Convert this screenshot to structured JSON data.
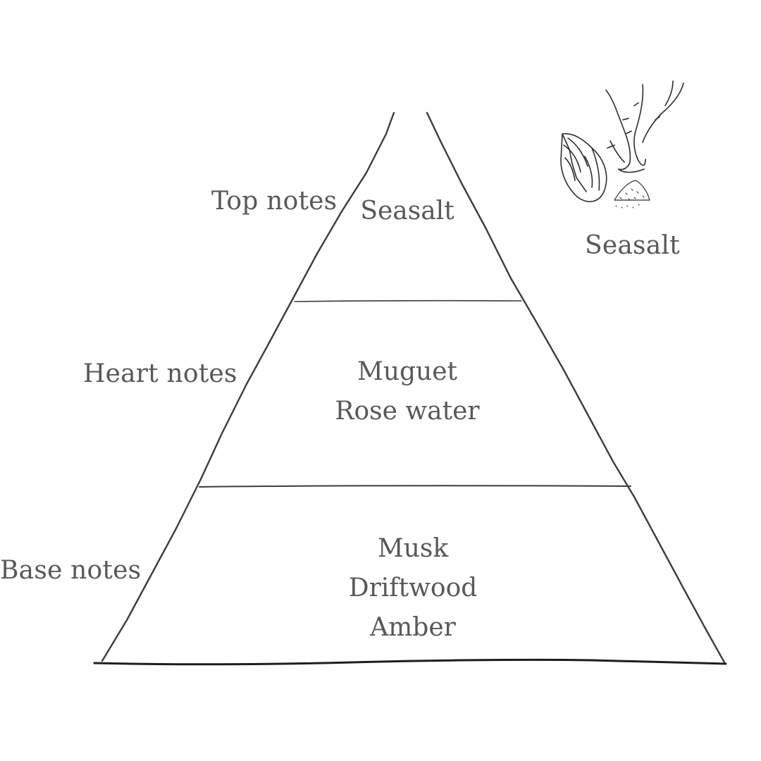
{
  "pyramid": {
    "top": {
      "label": "Top notes",
      "notes": [
        "Seasalt"
      ]
    },
    "heart": {
      "label": "Heart notes",
      "notes": [
        "Muguet",
        "Rose water"
      ]
    },
    "base": {
      "label": "Base notes",
      "notes": [
        "Musk",
        "Driftwood",
        "Amber"
      ]
    }
  },
  "illustration": {
    "icon": "seashell-coral-seasalt-icon",
    "caption": "Seasalt"
  },
  "colors": {
    "text": "#58585a",
    "line": "#3a3a3a",
    "background": "#ffffff"
  }
}
